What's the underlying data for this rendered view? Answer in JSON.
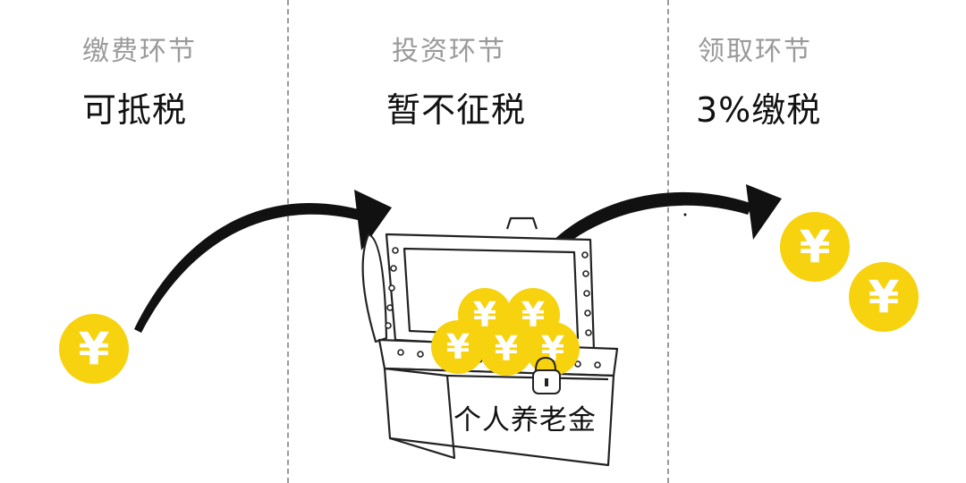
{
  "stages": [
    {
      "label": "缴费环节",
      "value": "可抵税"
    },
    {
      "label": "投资环节",
      "value": "暂不征税"
    },
    {
      "label": "领取环节",
      "value": "3%缴税"
    }
  ],
  "fund_label": "个人养老金",
  "coin_symbol": "¥",
  "colors": {
    "coin": "#f7d20f",
    "label_gray": "#9a9a9a",
    "text": "#111111",
    "arrow": "#111111"
  },
  "icons": [
    "yen-coin-icon",
    "treasure-chest-icon",
    "padlock-icon",
    "curved-arrow-icon"
  ]
}
